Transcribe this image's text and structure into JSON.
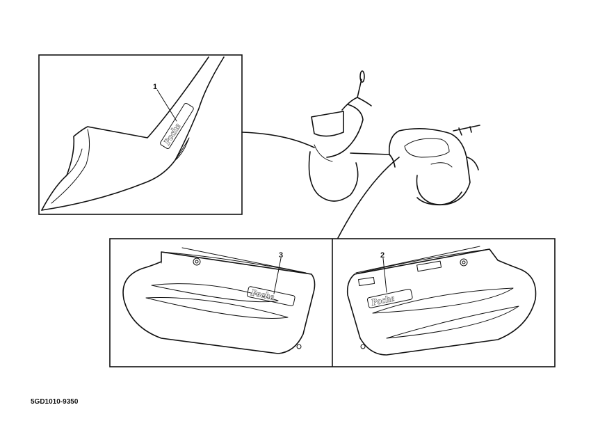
{
  "callouts": {
    "part_1": "1",
    "part_2": "2",
    "part_3": "3"
  },
  "emblem_text": "Poche",
  "figure_code": "5GD1010-9350"
}
